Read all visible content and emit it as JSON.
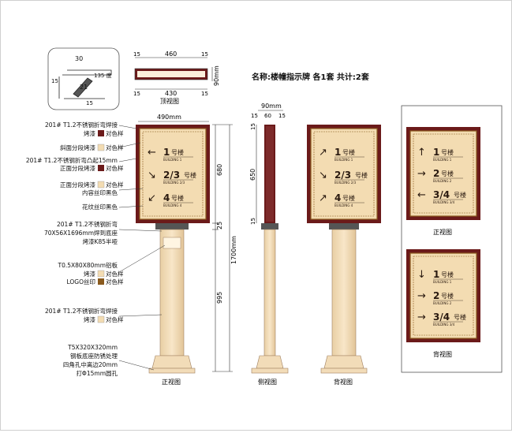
{
  "title": "名称:楼幢指示牌    各1套   共计:2套",
  "top_detail": {
    "d30": "30",
    "d135": "135 度",
    "d21": "21",
    "d15a": "15",
    "d15b": "15"
  },
  "top_view": {
    "caption": "顶视图",
    "w460": "460",
    "w430": "430",
    "l15a": "15",
    "l15b": "15",
    "l15c": "15",
    "l15d": "15",
    "h90": "90mm"
  },
  "front": {
    "caption": "正视图",
    "width": "490mm",
    "dims": {
      "d680": "680",
      "d25": "25",
      "d995": "995",
      "total": "1700mm"
    },
    "floors": [
      {
        "arrow": "←",
        "num": "1",
        "cn": "号楼",
        "en": "BUILDING 1"
      },
      {
        "arrow": "↘",
        "num": "2/3",
        "cn": "号楼",
        "en": "BUILDING 2/3"
      },
      {
        "arrow": "↙",
        "num": "4",
        "cn": "号楼",
        "en": "BUILDING 4"
      }
    ]
  },
  "annotations": {
    "a1": "201# T1.2不锈钢折弯焊接",
    "a2": "烤漆",
    "a2b": "对色样",
    "a3": "斜面分段烤漆",
    "a3b": "对色样",
    "a4": "201# T1.2不锈钢折弯凸起15mm",
    "a5": "正面分段烤漆",
    "a5b": "对色样",
    "a6": "正面分段烤漆",
    "a6b": "对色样",
    "a7": "内容丝印黑色",
    "a8": "花纹丝印黑色",
    "a9": "201# T1.2不锈钢折弯",
    "a10": "70X56X1696mm焊到底座",
    "a11": "烤漆K85半哑",
    "a12": "T0.5X80X80mm铝板",
    "a13": "烤漆",
    "a13b": "对色样",
    "a14": "LOGO丝印",
    "a14b": "对色样",
    "a15": "201# T1.2不锈钢折弯焊接",
    "a16": "烤漆",
    "a16b": "对色样",
    "a17": "T5X320X320mm",
    "a18": "钢板底座防锈处理",
    "a19": "四角孔中离边20mm",
    "a20": "打Φ15mm圆孔"
  },
  "side": {
    "caption": "侧视图",
    "w90": "90mm",
    "d15a": "15",
    "d60": "60",
    "d15b": "15",
    "h15a": "15",
    "h650": "650",
    "h15b": "15"
  },
  "back": {
    "caption": "背视图",
    "floors": [
      {
        "arrow": "↗",
        "num": "1",
        "cn": "号楼",
        "en": "BUILDING 1"
      },
      {
        "arrow": "↘",
        "num": "2/3",
        "cn": "号楼",
        "en": "BUILDING 2/3"
      },
      {
        "arrow": "↗",
        "num": "4",
        "cn": "号楼",
        "en": "BUILDING 4"
      }
    ]
  },
  "right_front": {
    "caption": "正视图",
    "floors": [
      {
        "arrow": "↑",
        "num": "1",
        "cn": "号楼",
        "en": "BUILDING 1"
      },
      {
        "arrow": "→",
        "num": "2",
        "cn": "号楼",
        "en": "BUILDING 2"
      },
      {
        "arrow": "←",
        "num": "3/4",
        "cn": "号楼",
        "en": "BUILDING 3/4"
      }
    ]
  },
  "right_back": {
    "caption": "背视图",
    "floors": [
      {
        "arrow": "↓",
        "num": "1",
        "cn": "号楼",
        "en": "BUILDING 1"
      },
      {
        "arrow": "→",
        "num": "2",
        "cn": "号楼",
        "en": "BUILDING 2"
      },
      {
        "arrow": "→",
        "num": "3/4",
        "cn": "号楼",
        "en": "BUILDING 3/4"
      }
    ]
  },
  "colors": {
    "maroon": "#6b1a1a",
    "beige": "#f3dcb2",
    "cream": "#fbf0dc",
    "pillar": "#f2dcb8",
    "brown": "#8a5a1e"
  }
}
